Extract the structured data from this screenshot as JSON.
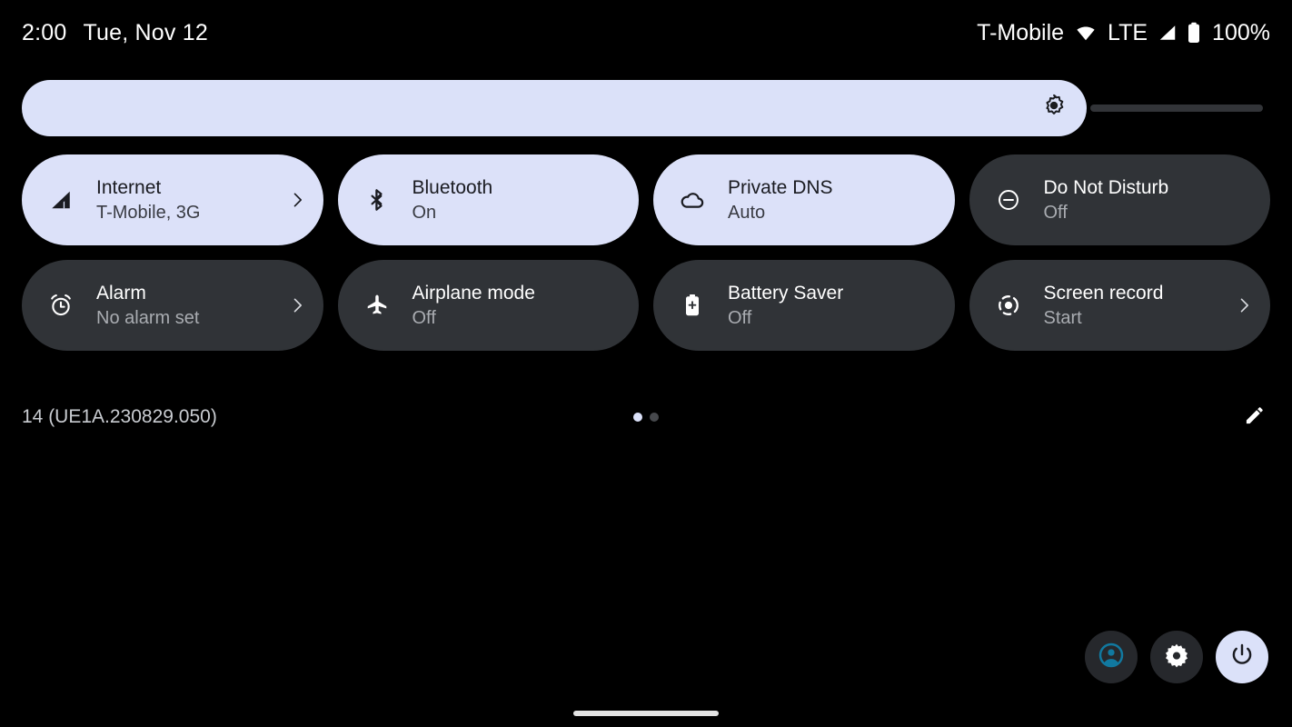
{
  "statusbar": {
    "clock": "2:00",
    "date": "Tue, Nov 12",
    "carrier": "T-Mobile",
    "network_type": "LTE",
    "battery_percent": "100%",
    "icons": [
      "wifi-icon",
      "signal-icon",
      "battery-icon"
    ]
  },
  "brightness": {
    "label": "Brightness",
    "icon": "brightness-icon",
    "value_percent": 86
  },
  "tiles": [
    {
      "title": "Internet",
      "subtitle": "T-Mobile, 3G",
      "state": "active",
      "icon": "signal-cellular-icon",
      "chevron": true
    },
    {
      "title": "Bluetooth",
      "subtitle": "On",
      "state": "active",
      "icon": "bluetooth-icon",
      "chevron": false
    },
    {
      "title": "Private DNS",
      "subtitle": "Auto",
      "state": "active",
      "icon": "cloud-icon",
      "chevron": false
    },
    {
      "title": "Do Not Disturb",
      "subtitle": "Off",
      "state": "inactive",
      "icon": "do-not-disturb-icon",
      "chevron": false
    },
    {
      "title": "Alarm",
      "subtitle": "No alarm set",
      "state": "inactive",
      "icon": "alarm-clock-icon",
      "chevron": true
    },
    {
      "title": "Airplane mode",
      "subtitle": "Off",
      "state": "inactive",
      "icon": "airplane-icon",
      "chevron": false
    },
    {
      "title": "Battery Saver",
      "subtitle": "Off",
      "state": "inactive",
      "icon": "battery-saver-icon",
      "chevron": false
    },
    {
      "title": "Screen record",
      "subtitle": "Start",
      "state": "inactive",
      "icon": "screen-record-icon",
      "chevron": true
    }
  ],
  "qs_footer": {
    "build_label": "14 (UE1A.230829.050)",
    "pages": {
      "count": 2,
      "current": 1
    },
    "edit_icon": "pencil-icon"
  },
  "bottom_actions": [
    {
      "name": "user-switcher-button",
      "icon": "account-circle-icon",
      "style": "dark"
    },
    {
      "name": "settings-button",
      "icon": "gear-icon",
      "style": "dark"
    },
    {
      "name": "power-button",
      "icon": "power-icon",
      "style": "light"
    }
  ],
  "colors": {
    "background": "#000000",
    "tile_active": "#dce1f9",
    "tile_inactive": "#303337",
    "accent_avatar": "#1179a0",
    "text_primary": "#ffffff",
    "text_secondary": "#a9acb1"
  },
  "nav": {
    "gesture_pill": "home-gesture-pill"
  }
}
